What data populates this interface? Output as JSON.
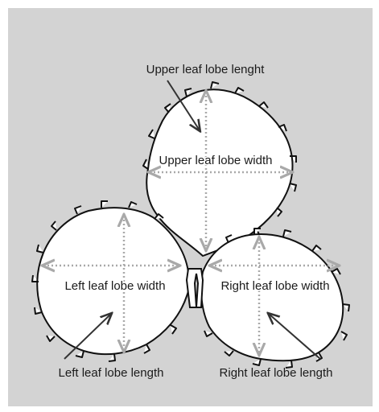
{
  "colors": {
    "panel": "#d3d3d3",
    "leaf_fill": "#ffffff",
    "leaf_outline": "#111111",
    "measure_arrows": "#a9a9a9",
    "pointer_arrows": "#333333"
  },
  "labels": {
    "upper_length": "Upper leaf lobe lenght",
    "upper_width": "Upper leaf lobe width",
    "left_width": "Left leaf lobe width",
    "right_width": "Right leaf lobe width",
    "left_length": "Left leaf lobe length",
    "right_length": "Right leaf lobe length"
  }
}
